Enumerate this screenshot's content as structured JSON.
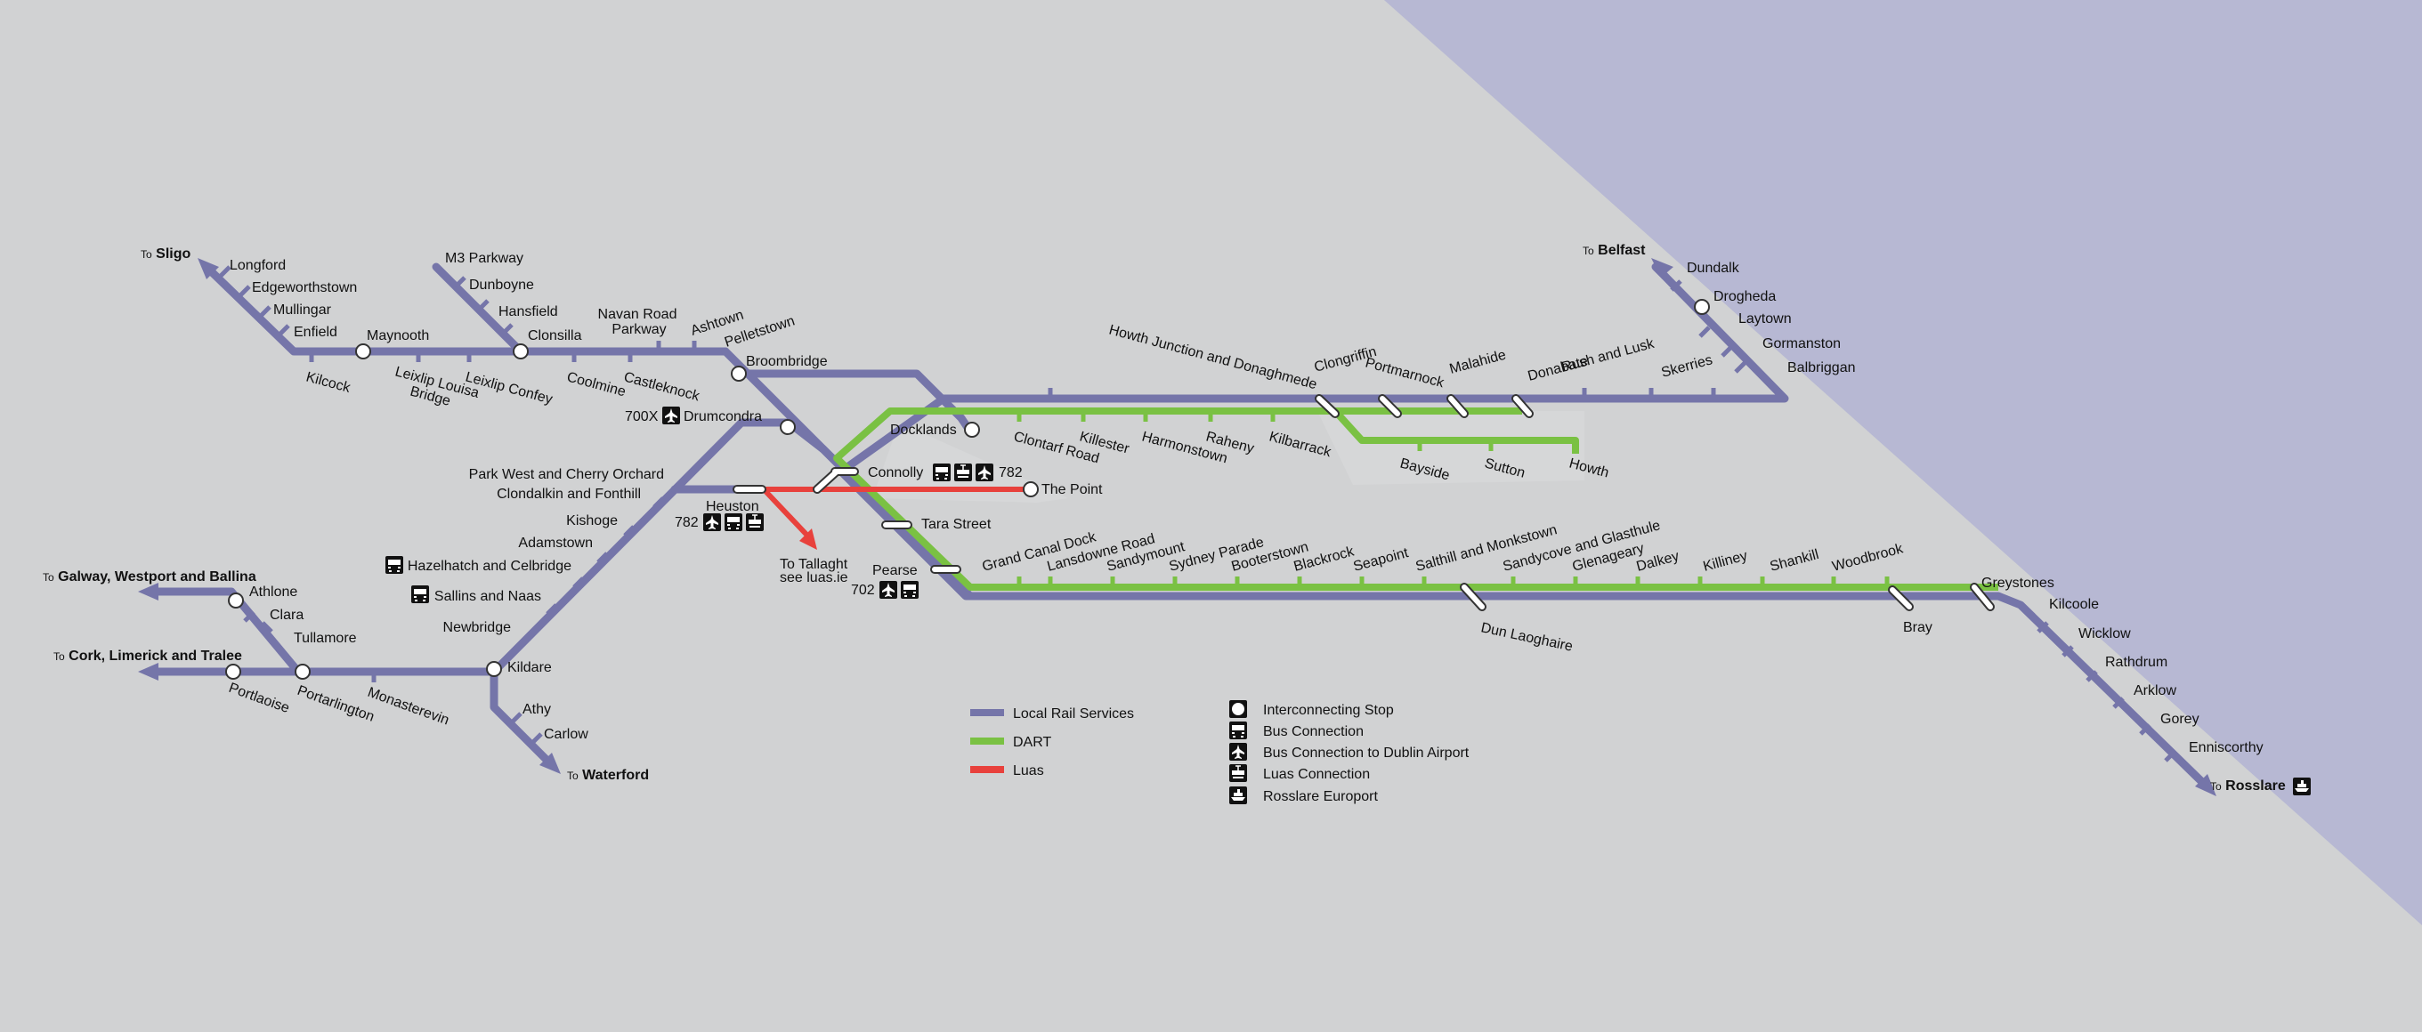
{
  "colors": {
    "background": "#d1d2d3",
    "sea": "#b7b8d3",
    "local_rail": "#7575a9",
    "dart": "#7ac143",
    "luas": "#e8413c",
    "station_fill": "#ffffff",
    "text": "#111111"
  },
  "destinations": {
    "sligo": {
      "prefix": "To",
      "name": "Sligo"
    },
    "belfast": {
      "prefix": "To",
      "name": "Belfast"
    },
    "galway": {
      "prefix": "To",
      "name": "Galway, Westport and Ballina"
    },
    "cork": {
      "prefix": "To",
      "name": "Cork, Limerick and Tralee"
    },
    "waterford": {
      "prefix": "To",
      "name": "Waterford"
    },
    "rosslare": {
      "prefix": "To",
      "name": "Rosslare"
    },
    "tallaght": {
      "line1": "To Tallaght",
      "line2": "see luas.ie"
    }
  },
  "stations": {
    "longford": "Longford",
    "edgeworthstown": "Edgeworthstown",
    "mullingar": "Mullingar",
    "enfield": "Enfield",
    "kilcock": "Kilcock",
    "maynooth": "Maynooth",
    "leixlip_louisa_1": "Leixlip Louisa",
    "leixlip_louisa_2": "Bridge",
    "leixlip_confey": "Leixlip Confey",
    "m3_parkway": "M3 Parkway",
    "dunboyne": "Dunboyne",
    "hansfield": "Hansfield",
    "clonsilla": "Clonsilla",
    "coolmine": "Coolmine",
    "navan_road_1": "Navan Road",
    "navan_road_2": "Parkway",
    "castleknock": "Castleknock",
    "ashtown": "Ashtown",
    "pelletstown": "Pelletstown",
    "broombridge": "Broombridge",
    "drumcondra": "Drumcondra",
    "docklands": "Docklands",
    "connolly": "Connolly",
    "the_point": "The Point",
    "tara_street": "Tara Street",
    "pearse": "Pearse",
    "heuston": "Heuston",
    "park_west": "Park West and Cherry Orchard",
    "clondalkin": "Clondalkin and Fonthill",
    "kishoge": "Kishoge",
    "adamstown": "Adamstown",
    "hazelhatch": "Hazelhatch and Celbridge",
    "sallins": "Sallins and Naas",
    "newbridge": "Newbridge",
    "kildare": "Kildare",
    "athy": "Athy",
    "carlow": "Carlow",
    "monasterevin": "Monasterevin",
    "portarlington": "Portarlington",
    "portlaoise": "Portlaoise",
    "tullamore": "Tullamore",
    "clara": "Clara",
    "athlone": "Athlone",
    "clontarf_road": "Clontarf Road",
    "killester": "Killester",
    "harmonstown": "Harmonstown",
    "raheny": "Raheny",
    "kilbarrack": "Kilbarrack",
    "howth_junction": "Howth Junction and Donaghmede",
    "clongriffin": "Clongriffin",
    "portmarnock": "Portmarnock",
    "malahide": "Malahide",
    "donabate": "Donabate",
    "rush_lusk": "Rush and Lusk",
    "skerries": "Skerries",
    "bayside": "Bayside",
    "sutton": "Sutton",
    "howth": "Howth",
    "balbriggan": "Balbriggan",
    "gormanston": "Gormanston",
    "laytown": "Laytown",
    "drogheda": "Drogheda",
    "dundalk": "Dundalk",
    "grand_canal_dock": "Grand Canal Dock",
    "lansdowne_road": "Lansdowne Road",
    "sandymount": "Sandymount",
    "sydney_parade": "Sydney Parade",
    "booterstown": "Booterstown",
    "blackrock": "Blackrock",
    "seapoint": "Seapoint",
    "salthill": "Salthill and Monkstown",
    "sandycove": "Sandycove and Glasthule",
    "glenageary": "Glenageary",
    "dalkey": "Dalkey",
    "killiney": "Killiney",
    "shankill": "Shankill",
    "woodbrook": "Woodbrook",
    "greystones": "Greystones",
    "dun_laoghaire": "Dun Laoghaire",
    "bray": "Bray",
    "kilcoole": "Kilcoole",
    "wicklow": "Wicklow",
    "rathdrum": "Rathdrum",
    "arklow": "Arklow",
    "gorey": "Gorey",
    "enniscorthy": "Enniscorthy"
  },
  "routes": {
    "drumcondra": "700X",
    "connolly": "782",
    "heuston": "782",
    "pearse": "702"
  },
  "legend": {
    "lines": [
      {
        "label": "Local Rail Services",
        "color": "#7575a9"
      },
      {
        "label": "DART",
        "color": "#7ac143"
      },
      {
        "label": "Luas",
        "color": "#e8413c"
      }
    ],
    "symbols": [
      {
        "label": "Interconnecting Stop",
        "icon": "interchange-icon"
      },
      {
        "label": "Bus Connection",
        "icon": "bus-icon"
      },
      {
        "label": "Bus Connection to Dublin Airport",
        "icon": "airplane-icon"
      },
      {
        "label": "Luas Connection",
        "icon": "tram-icon"
      },
      {
        "label": "Rosslare Europort",
        "icon": "ferry-icon"
      }
    ]
  }
}
